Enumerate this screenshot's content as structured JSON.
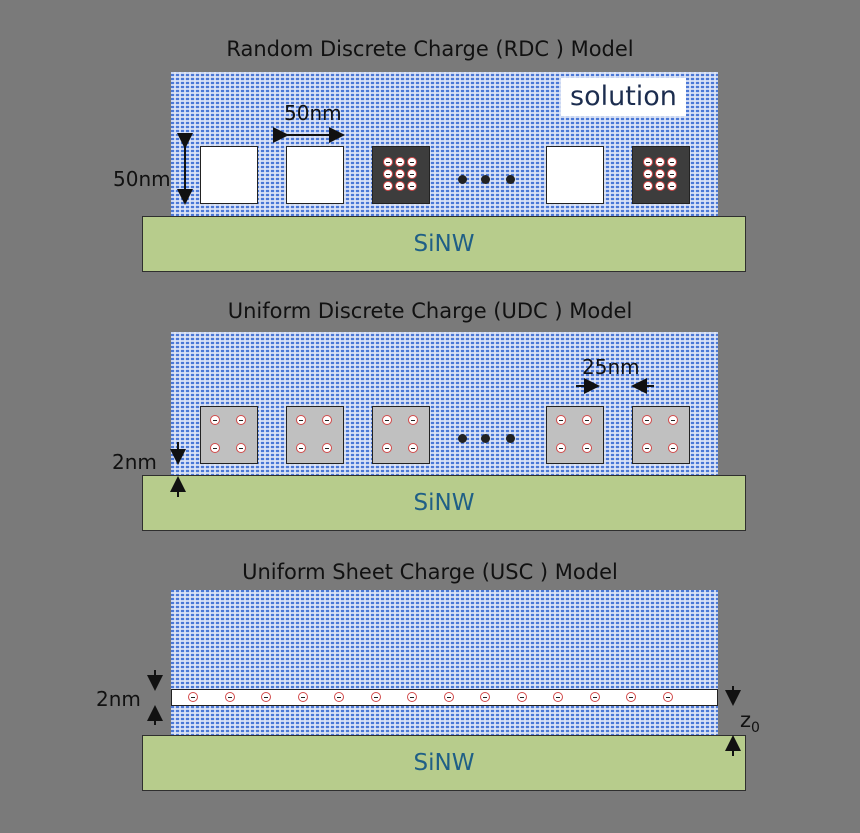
{
  "panels": [
    {
      "title": "Random Discrete Charge (RDC ) Model",
      "solution_label": "solution",
      "substrate_label": "SiNW",
      "dim_width_label": "50nm",
      "dim_height_label": "50nm"
    },
    {
      "title": "Uniform Discrete Charge (UDC ) Model",
      "substrate_label": "SiNW",
      "spacing_label": "25nm",
      "gap_label": "2nm"
    },
    {
      "title": "Uniform Sheet Charge (USC ) Model",
      "substrate_label": "SiNW",
      "gap_label": "2nm",
      "z_label": "z",
      "z_subscript": "0"
    }
  ],
  "colors": {
    "background": "#7a7a7a",
    "solution_blue": "#4b78d6",
    "substrate": "#b7cc8c",
    "substrate_text": "#1f5f86",
    "charge_ring": "#d24a4a"
  }
}
